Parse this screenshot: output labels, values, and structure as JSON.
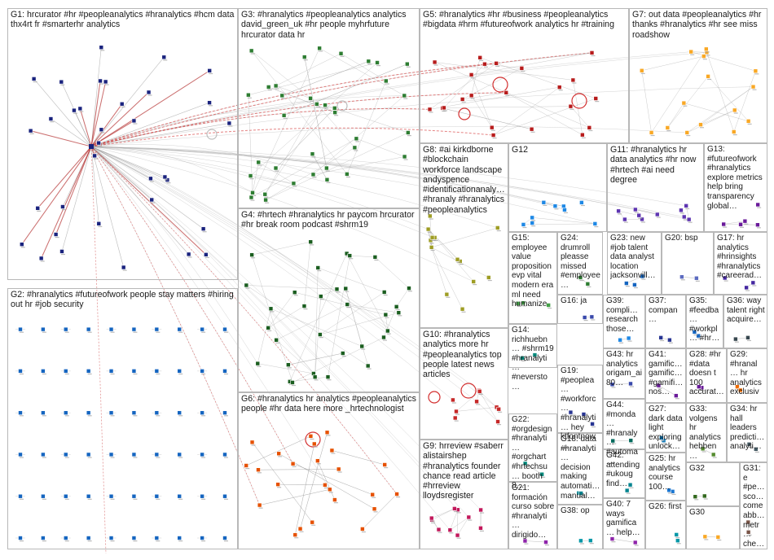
{
  "groups": [
    {
      "id": "G1",
      "label": "G1: hrcurator #hr #peopleanalytics #hranalytics #hcm data thx4rt fr #smarterhr analytics"
    },
    {
      "id": "G2",
      "label": "G2: #hranalytics #futureofwork people stay matters #hiring out hr #job security"
    },
    {
      "id": "G3",
      "label": "G3: #hranalytics #peopleanalytics analytics david_green_uk #hr people myhrfuture hrcurator data hr"
    },
    {
      "id": "G4",
      "label": "G4: #hrtech #hranalytics hr paycom hrcurator #hr break room podcast #shrm19"
    },
    {
      "id": "G5",
      "label": "G5: #hranalytics #hr #business #peopleanalytics #bigdata #hrm #futureofwork analytics hr #training"
    },
    {
      "id": "G6",
      "label": "G6: #hranalytics hr analytics #peopleanalytics people #hr data here more _hrtechnologist"
    },
    {
      "id": "G7",
      "label": "G7: out data #peopleanalytics #hr thanks #hranalytics #hr see miss roadshow"
    },
    {
      "id": "G8",
      "label": "G8: #ai kirkdborne #blockchain workforce landscape andyspence #identificationanaly… #hranaly #hranalytics #peopleanalytics"
    },
    {
      "id": "G9",
      "label": "G9: hrreview #saberr alistairshep #hranalytics founder chance read article #hrreview lloydsregister"
    },
    {
      "id": "G10",
      "label": "G10: #hranalytics analytics more hr #peopleanalytics top people latest news articles"
    },
    {
      "id": "G11",
      "label": "G11: #hranalytics hr data analytics #hr now #hrtech #ai need degree"
    },
    {
      "id": "G12",
      "label": "G12"
    },
    {
      "id": "G13",
      "label": "G13: #futureofwork #hranalytics explore metrics help bring transparency global…"
    },
    {
      "id": "G14",
      "label": "G14: richhuebn… #shrm19 #hranalyti… #neversto…"
    },
    {
      "id": "G15",
      "label": "G15: employee value proposition evp vital modern era ml need humanize"
    },
    {
      "id": "G16",
      "label": "G16: ja"
    },
    {
      "id": "G17",
      "label": "G17: hr analytics #hrinsights #hranalytics #careerad…"
    },
    {
      "id": "G18",
      "label": "G18: data #hranalyti… decision making automati… manual…"
    },
    {
      "id": "G19",
      "label": "G19: #peoplea… #workforc… #hranalyti… hey ktfontnow…"
    },
    {
      "id": "G20",
      "label": "G20: bsp"
    },
    {
      "id": "G21",
      "label": "G21: formación curso sobre #hranalyti… dirigido…"
    },
    {
      "id": "G22",
      "label": "G22: #orgdesign #hranalyti… #orgchart #hrtechsu… booth 8…"
    },
    {
      "id": "G23",
      "label": "G23: new #job talent data analyst location jacksonvill…"
    },
    {
      "id": "G24",
      "label": "G24: drumroll pleasse missed #employee…"
    },
    {
      "id": "G25",
      "label": "G25: hr analytics course 100…"
    },
    {
      "id": "G26",
      "label": "G26: first"
    },
    {
      "id": "G27",
      "label": "G27: dark data light exploring unlock…"
    },
    {
      "id": "G28",
      "label": "G28: #hr #data doesn t 100 accurat…"
    },
    {
      "id": "G29",
      "label": "G29: #hranal… hr analytics exclusiv…"
    },
    {
      "id": "G30",
      "label": "G30"
    },
    {
      "id": "G31",
      "label": "G31: e #pe… sco… come abb… metr… che…"
    },
    {
      "id": "G32",
      "label": "G32"
    },
    {
      "id": "G33",
      "label": "G33: volgens hr analytics hebben…"
    },
    {
      "id": "G34",
      "label": "G34: hr hall leaders predicti… analyti…"
    },
    {
      "id": "G35",
      "label": "G35: #feedba… #workpl… #hr…"
    },
    {
      "id": "G36",
      "label": "G36: way talent right acquire…"
    },
    {
      "id": "G37",
      "label": "G37: compan…"
    },
    {
      "id": "G38",
      "label": "G38: op"
    },
    {
      "id": "G39",
      "label": "G39: compli… research those…"
    },
    {
      "id": "G40",
      "label": "G40: 7 ways gamifica… help…"
    },
    {
      "id": "G41",
      "label": "G41: gamific… gamific… #gamifi… nos…"
    },
    {
      "id": "G42",
      "label": "G42: attending #ukoug find…"
    },
    {
      "id": "G43",
      "label": "G43: hr analytics origam_ai 80…"
    },
    {
      "id": "G44",
      "label": "G44: #monda… #hranaly… #automa…"
    }
  ]
}
